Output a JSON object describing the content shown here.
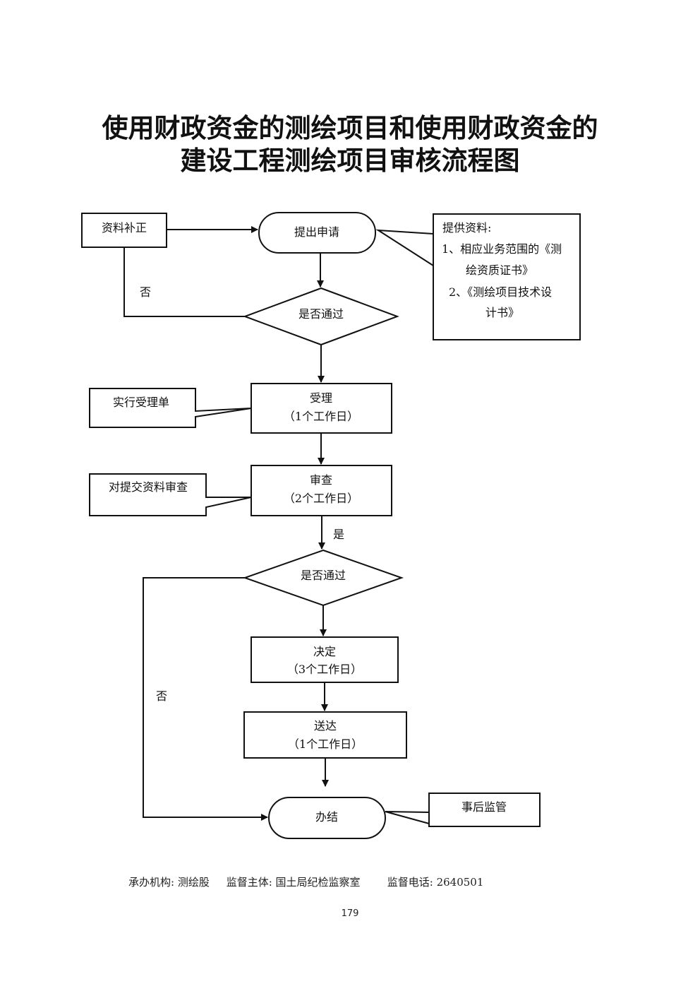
{
  "title": {
    "line1": "使用财政资金的测绘项目和使用财政资金的",
    "line2": "建设工程测绘项目审核流程图"
  },
  "nodes": {
    "supplement": "资料补正",
    "apply": "提出申请",
    "provide_title": "提供资料:",
    "provide_item1_a": "1、相应业务范围的《测",
    "provide_item1_b": "绘资质证书》",
    "provide_item2_a": "2、《测绘项目技术设",
    "provide_item2_b": "计书》",
    "check1": "是否通过",
    "accept_note": "实行受理单",
    "accept": "受理",
    "accept_days": "（1个工作日）",
    "review_note": "对提交资料审查",
    "review": "审查",
    "review_days": "（2个工作日）",
    "check2": "是否通过",
    "decide": "决定",
    "decide_days": "（3个工作日）",
    "deliver": "送达",
    "deliver_days": "（1个工作日）",
    "finish": "办结",
    "supervise": "事后监管"
  },
  "labels": {
    "no1": "否",
    "yes": "是",
    "no2": "否"
  },
  "footer": {
    "office_label": "承办机构:",
    "office": "测绘股",
    "supervisor_label": "监督主体:",
    "supervisor": "国土局纪检监察室",
    "phone_label": "监督电话:",
    "phone": "2640501"
  },
  "page_number": "179"
}
